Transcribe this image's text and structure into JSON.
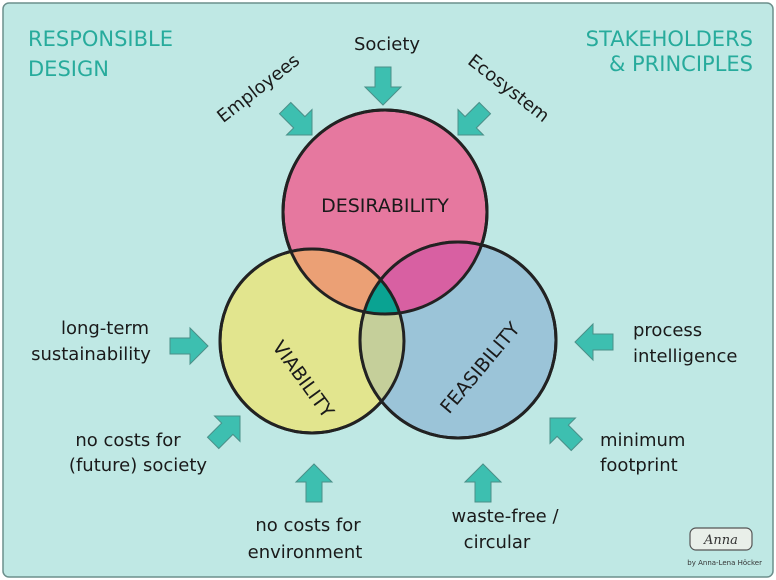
{
  "header": {
    "left": [
      "RESPONSIBLE",
      "DESIGN"
    ],
    "right": [
      "STAKEHOLDERS",
      "& PRINCIPLES"
    ]
  },
  "circles": {
    "desirability": "DESIRABILITY",
    "viability": "VIABILITY",
    "feasibility": "FEASIBILITY"
  },
  "stakeholders": {
    "employees": "Employees",
    "society": "Society",
    "ecosystem": "Ecosystem"
  },
  "principles": {
    "long_term": [
      "long-term",
      "sustainability"
    ],
    "future_society": [
      "no costs for",
      "(future) society"
    ],
    "environment": [
      "no costs for",
      "environment"
    ],
    "waste_free": [
      "waste-free /",
      "circular"
    ],
    "minimum_footprint": [
      "minimum",
      "footprint"
    ],
    "process_intelligence": [
      "process",
      "intelligence"
    ]
  },
  "credit": {
    "signature": "Anna",
    "byline": "by Anna-Lena Höcker"
  },
  "colors": {
    "background": "#bfe8e4",
    "header_text": "#27ab9c",
    "arrow": "#3dbfb0",
    "desirability": "#e6789f",
    "viability": "#e2e58e",
    "feasibility": "#9bc4d8",
    "center": "#0aa392"
  }
}
